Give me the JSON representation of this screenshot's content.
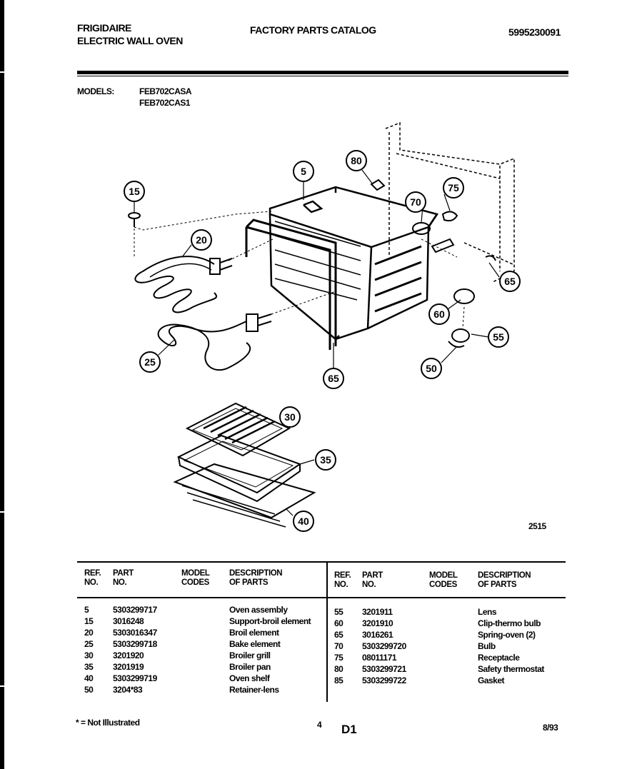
{
  "header": {
    "brand": "FRIGIDAIRE",
    "product": "ELECTRIC WALL OVEN",
    "catalog_title": "FACTORY PARTS CATALOG",
    "catalog_number": "5995230091",
    "models_label": "MODELS:",
    "models": [
      "FEB702CASA",
      "FEB702CAS1"
    ]
  },
  "diagram": {
    "figure_number": "2515",
    "callouts": [
      "5",
      "15",
      "20",
      "25",
      "30",
      "35",
      "40",
      "50",
      "55",
      "60",
      "65",
      "65",
      "70",
      "75",
      "80"
    ]
  },
  "parts_table": {
    "columns": [
      "REF. NO.",
      "PART NO.",
      "MODEL CODES",
      "DESCRIPTION OF PARTS"
    ],
    "left": [
      {
        "ref": "5",
        "part": "5303299717",
        "code": "",
        "desc": "Oven assembly"
      },
      {
        "ref": "15",
        "part": "3016248",
        "code": "",
        "desc": "Support-broil element"
      },
      {
        "ref": "20",
        "part": "5303016347",
        "code": "",
        "desc": "Broil element"
      },
      {
        "ref": "25",
        "part": "5303299718",
        "code": "",
        "desc": "Bake element"
      },
      {
        "ref": "30",
        "part": "3201920",
        "code": "",
        "desc": "Broiler grill"
      },
      {
        "ref": "35",
        "part": "3201919",
        "code": "",
        "desc": "Broiler pan"
      },
      {
        "ref": "40",
        "part": "5303299719",
        "code": "",
        "desc": "Oven shelf"
      },
      {
        "ref": "50",
        "part": "3204*83",
        "code": "",
        "desc": "Retainer-lens"
      }
    ],
    "right": [
      {
        "ref": "55",
        "part": "3201911",
        "code": "",
        "desc": "Lens"
      },
      {
        "ref": "60",
        "part": "3201910",
        "code": "",
        "desc": "Clip-thermo bulb"
      },
      {
        "ref": "65",
        "part": "3016261",
        "code": "",
        "desc": "Spring-oven (2)"
      },
      {
        "ref": "70",
        "part": "5303299720",
        "code": "",
        "desc": "Bulb"
      },
      {
        "ref": "75",
        "part": "08011171",
        "code": "",
        "desc": "Receptacle"
      },
      {
        "ref": "80",
        "part": "5303299721",
        "code": "",
        "desc": "Safety thermostat"
      },
      {
        "ref": "85",
        "part": "5303299722",
        "code": "",
        "desc": "Gasket"
      }
    ]
  },
  "footer": {
    "note": "* = Not Illustrated",
    "page_number": "4",
    "section": "D1",
    "date": "8/93"
  }
}
